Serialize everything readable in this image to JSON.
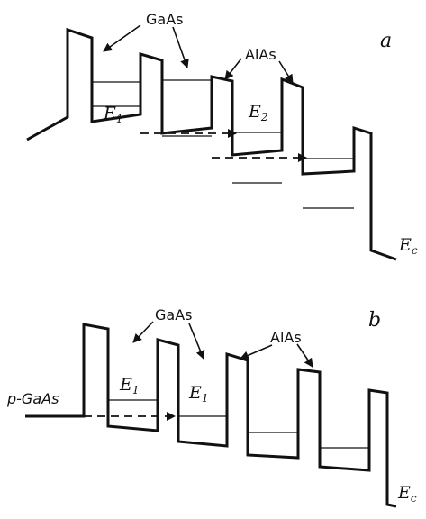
{
  "panel_a": {
    "panel_label": "a",
    "gaas_label": "GaAs",
    "alas_label": "AlAs",
    "e1_label": "E",
    "e1_sub": "1",
    "e2_label": "E",
    "e2_sub": "2",
    "ec_label": "E",
    "ec_sub": "c"
  },
  "panel_b": {
    "panel_label": "b",
    "gaas_label": "GaAs",
    "alas_label": "AlAs",
    "contact_label": "p-GaAs",
    "e1_left_label": "E",
    "e1_left_sub": "1",
    "e1_right_label": "E",
    "e1_right_sub": "1",
    "ec_label": "E",
    "ec_sub": "c"
  }
}
